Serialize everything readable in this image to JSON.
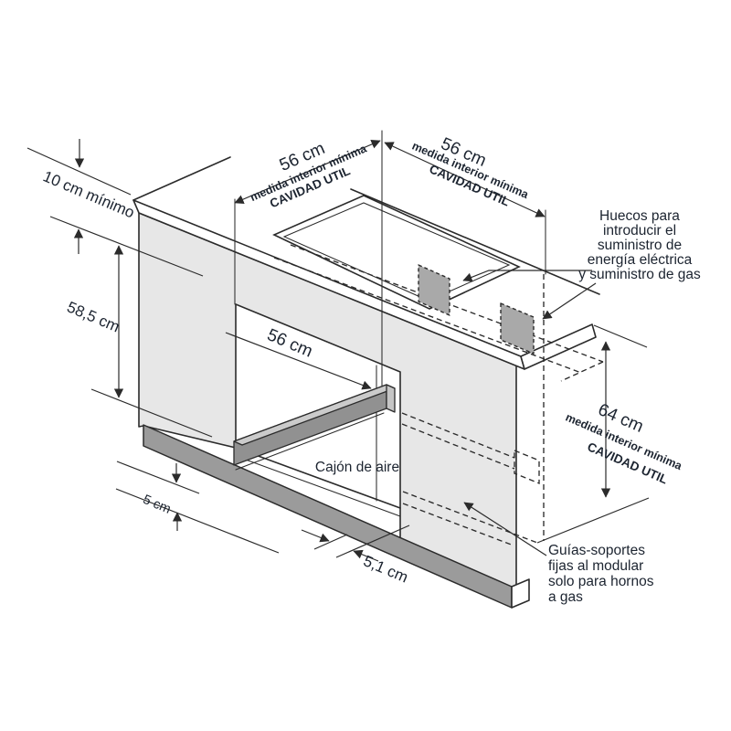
{
  "diagram": {
    "type": "appliance-installation-drawing",
    "labels": {
      "clearance_top": "10 cm mínimo",
      "height_left": "58,5 cm",
      "opening_width": "56 cm",
      "air_box": "Cajón de aire",
      "plinth_height": "5 cm",
      "rail_offset": "5,1 cm",
      "dim_left": {
        "value": "56 cm",
        "sub1": "medida interior mínima",
        "sub2": "CAVIDAD UTIL"
      },
      "dim_right": {
        "value": "56 cm",
        "sub1": "medida interior mínima",
        "sub2": "CAVIDAD UTIL"
      },
      "dim_side": {
        "value": "64 cm",
        "sub1": "medida interior mínima",
        "sub2": "CAVIDAD UTIL"
      },
      "holes_note": [
        "Huecos para",
        "introducir el",
        "suministro de",
        "energía eléctrica",
        "y suministro de gas"
      ],
      "rails_note": [
        "Guías-soportes",
        "fijas al modular",
        "solo para hornos",
        "a gas"
      ]
    },
    "colors": {
      "background": "#ffffff",
      "line": "#2b2b2b",
      "text": "#1c2430",
      "panel": "#e7e7e7",
      "plinth": "#9b9b9b",
      "rail_top": "#cbcbcb",
      "rail_side": "#919191",
      "rail_end": "#c5c5c5",
      "hole": "#a9a9a9"
    }
  }
}
